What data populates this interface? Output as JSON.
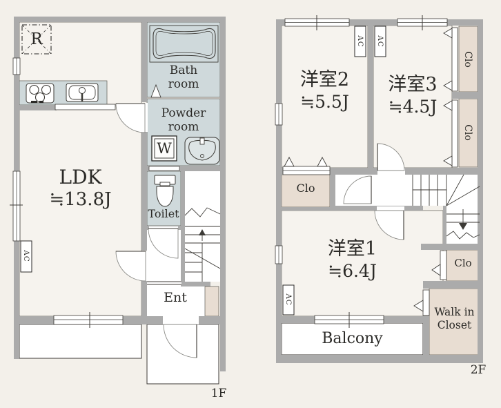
{
  "palette": {
    "background": "#f3f0ea",
    "wall_gray": "#ababab",
    "room_fill": "#f6f3ee",
    "wet_area_fill": "#cfd9db",
    "closet_fill": "#e8ddd2",
    "line": "#3c3a36",
    "text": "#2b2a27",
    "white": "#ffffff"
  },
  "floor1": {
    "floor_label": "1F",
    "ldk": {
      "name": "LDK",
      "size": "≒13.8J"
    },
    "bath": {
      "line1": "Bath",
      "line2": "room"
    },
    "powder": {
      "line1": "Powder",
      "line2": "room"
    },
    "toilet": "Toilet",
    "ent": "Ent",
    "refrigerator": "R",
    "washer": "W",
    "ac": "AC"
  },
  "floor2": {
    "floor_label": "2F",
    "room2": {
      "name": "洋室2",
      "size": "≒5.5J"
    },
    "room3": {
      "name": "洋室3",
      "size": "≒4.5J"
    },
    "room1": {
      "name": "洋室1",
      "size": "≒6.4J"
    },
    "balcony": "Balcony",
    "closet": "Clo",
    "walk_in_closet": {
      "line1": "Walk in",
      "line2": "Closet"
    },
    "ac": "AC"
  }
}
